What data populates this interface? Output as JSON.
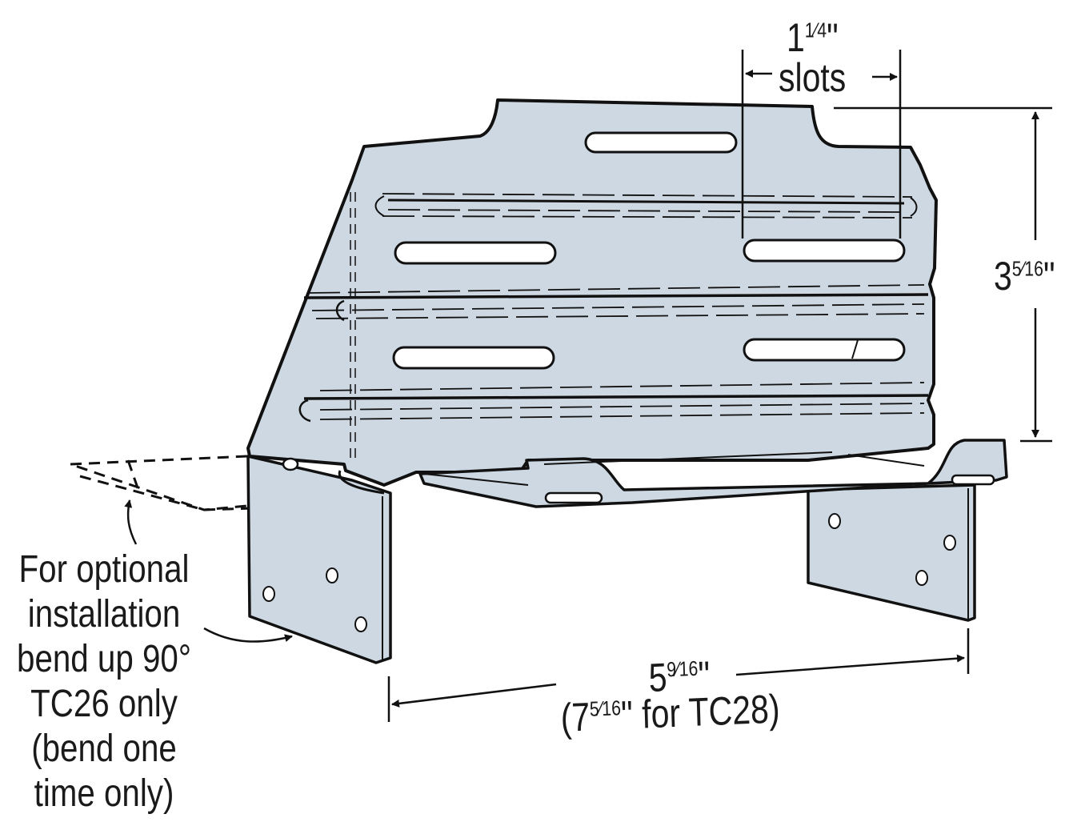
{
  "diagram": {
    "subject": "Sheet metal bracket (TC26 / TC28 ceiling truss connector) isometric view",
    "colors": {
      "metal_fill": "#cdd8e2",
      "outline": "#111111",
      "background": "#ffffff",
      "text": "#1a1a1a"
    }
  },
  "dimensions": {
    "slot_width": {
      "whole": "1",
      "fraction_num": "1",
      "fraction_den": "4",
      "unit": "\"",
      "caption": "slots",
      "full_text": "1¼\" slots"
    },
    "height": {
      "whole": "3",
      "fraction_num": "5",
      "fraction_den": "16",
      "unit": "\"",
      "full_text": "3 5/16\""
    },
    "width": {
      "whole": "5",
      "fraction_num": "9",
      "fraction_den": "16",
      "unit": "\"",
      "full_text": "5 9/16\"",
      "alt_text": "(7 5/16\" for TC28)",
      "alt_prefix": "(7",
      "alt_fraction_num": "5",
      "alt_fraction_den": "16",
      "alt_suffix": "\" for TC28)"
    }
  },
  "callouts": {
    "optional_install": {
      "lines": [
        "For optional",
        "installation",
        "bend up 90°",
        "TC26 only",
        "(bend one",
        "time only)"
      ]
    }
  }
}
